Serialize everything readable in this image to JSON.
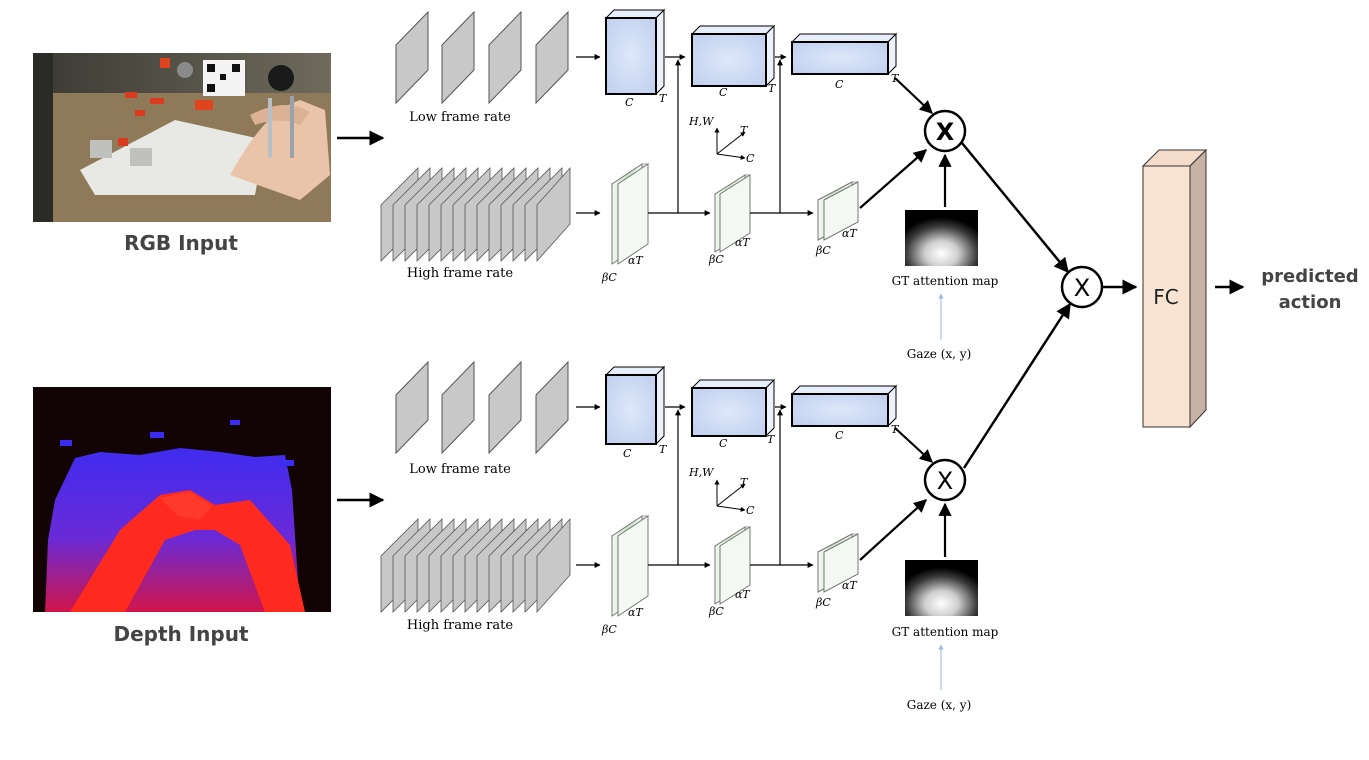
{
  "rgb_input": {
    "label": "RGB Input"
  },
  "depth_input": {
    "label": "Depth Input"
  },
  "stream": {
    "low_frame_rate_label": "Low frame rate",
    "high_frame_rate_label": "High frame rate",
    "slow_block_labels": {
      "c": "C",
      "t": "T"
    },
    "fast_block_labels": {
      "beta_c": "βC",
      "alpha_t": "αT"
    },
    "axes_labels": {
      "hw": "H,W",
      "t": "T",
      "c": "C"
    },
    "attention_map_label": "GT attention map",
    "gaze_label": "Gaze (x, y)",
    "multiply_symbol": "X"
  },
  "fusion": {
    "multiply_symbol": "X",
    "fc_label": "FC",
    "output_line1": "predicted",
    "output_line2": "action"
  },
  "colors": {
    "slow_block_fill": "#c9d6f0",
    "fast_block_fill": "#cfe6cc",
    "frame_fill": "#c8c8c8",
    "fc_fill": "#f7e0d0",
    "gaze_arrow": "#9db7dd"
  }
}
